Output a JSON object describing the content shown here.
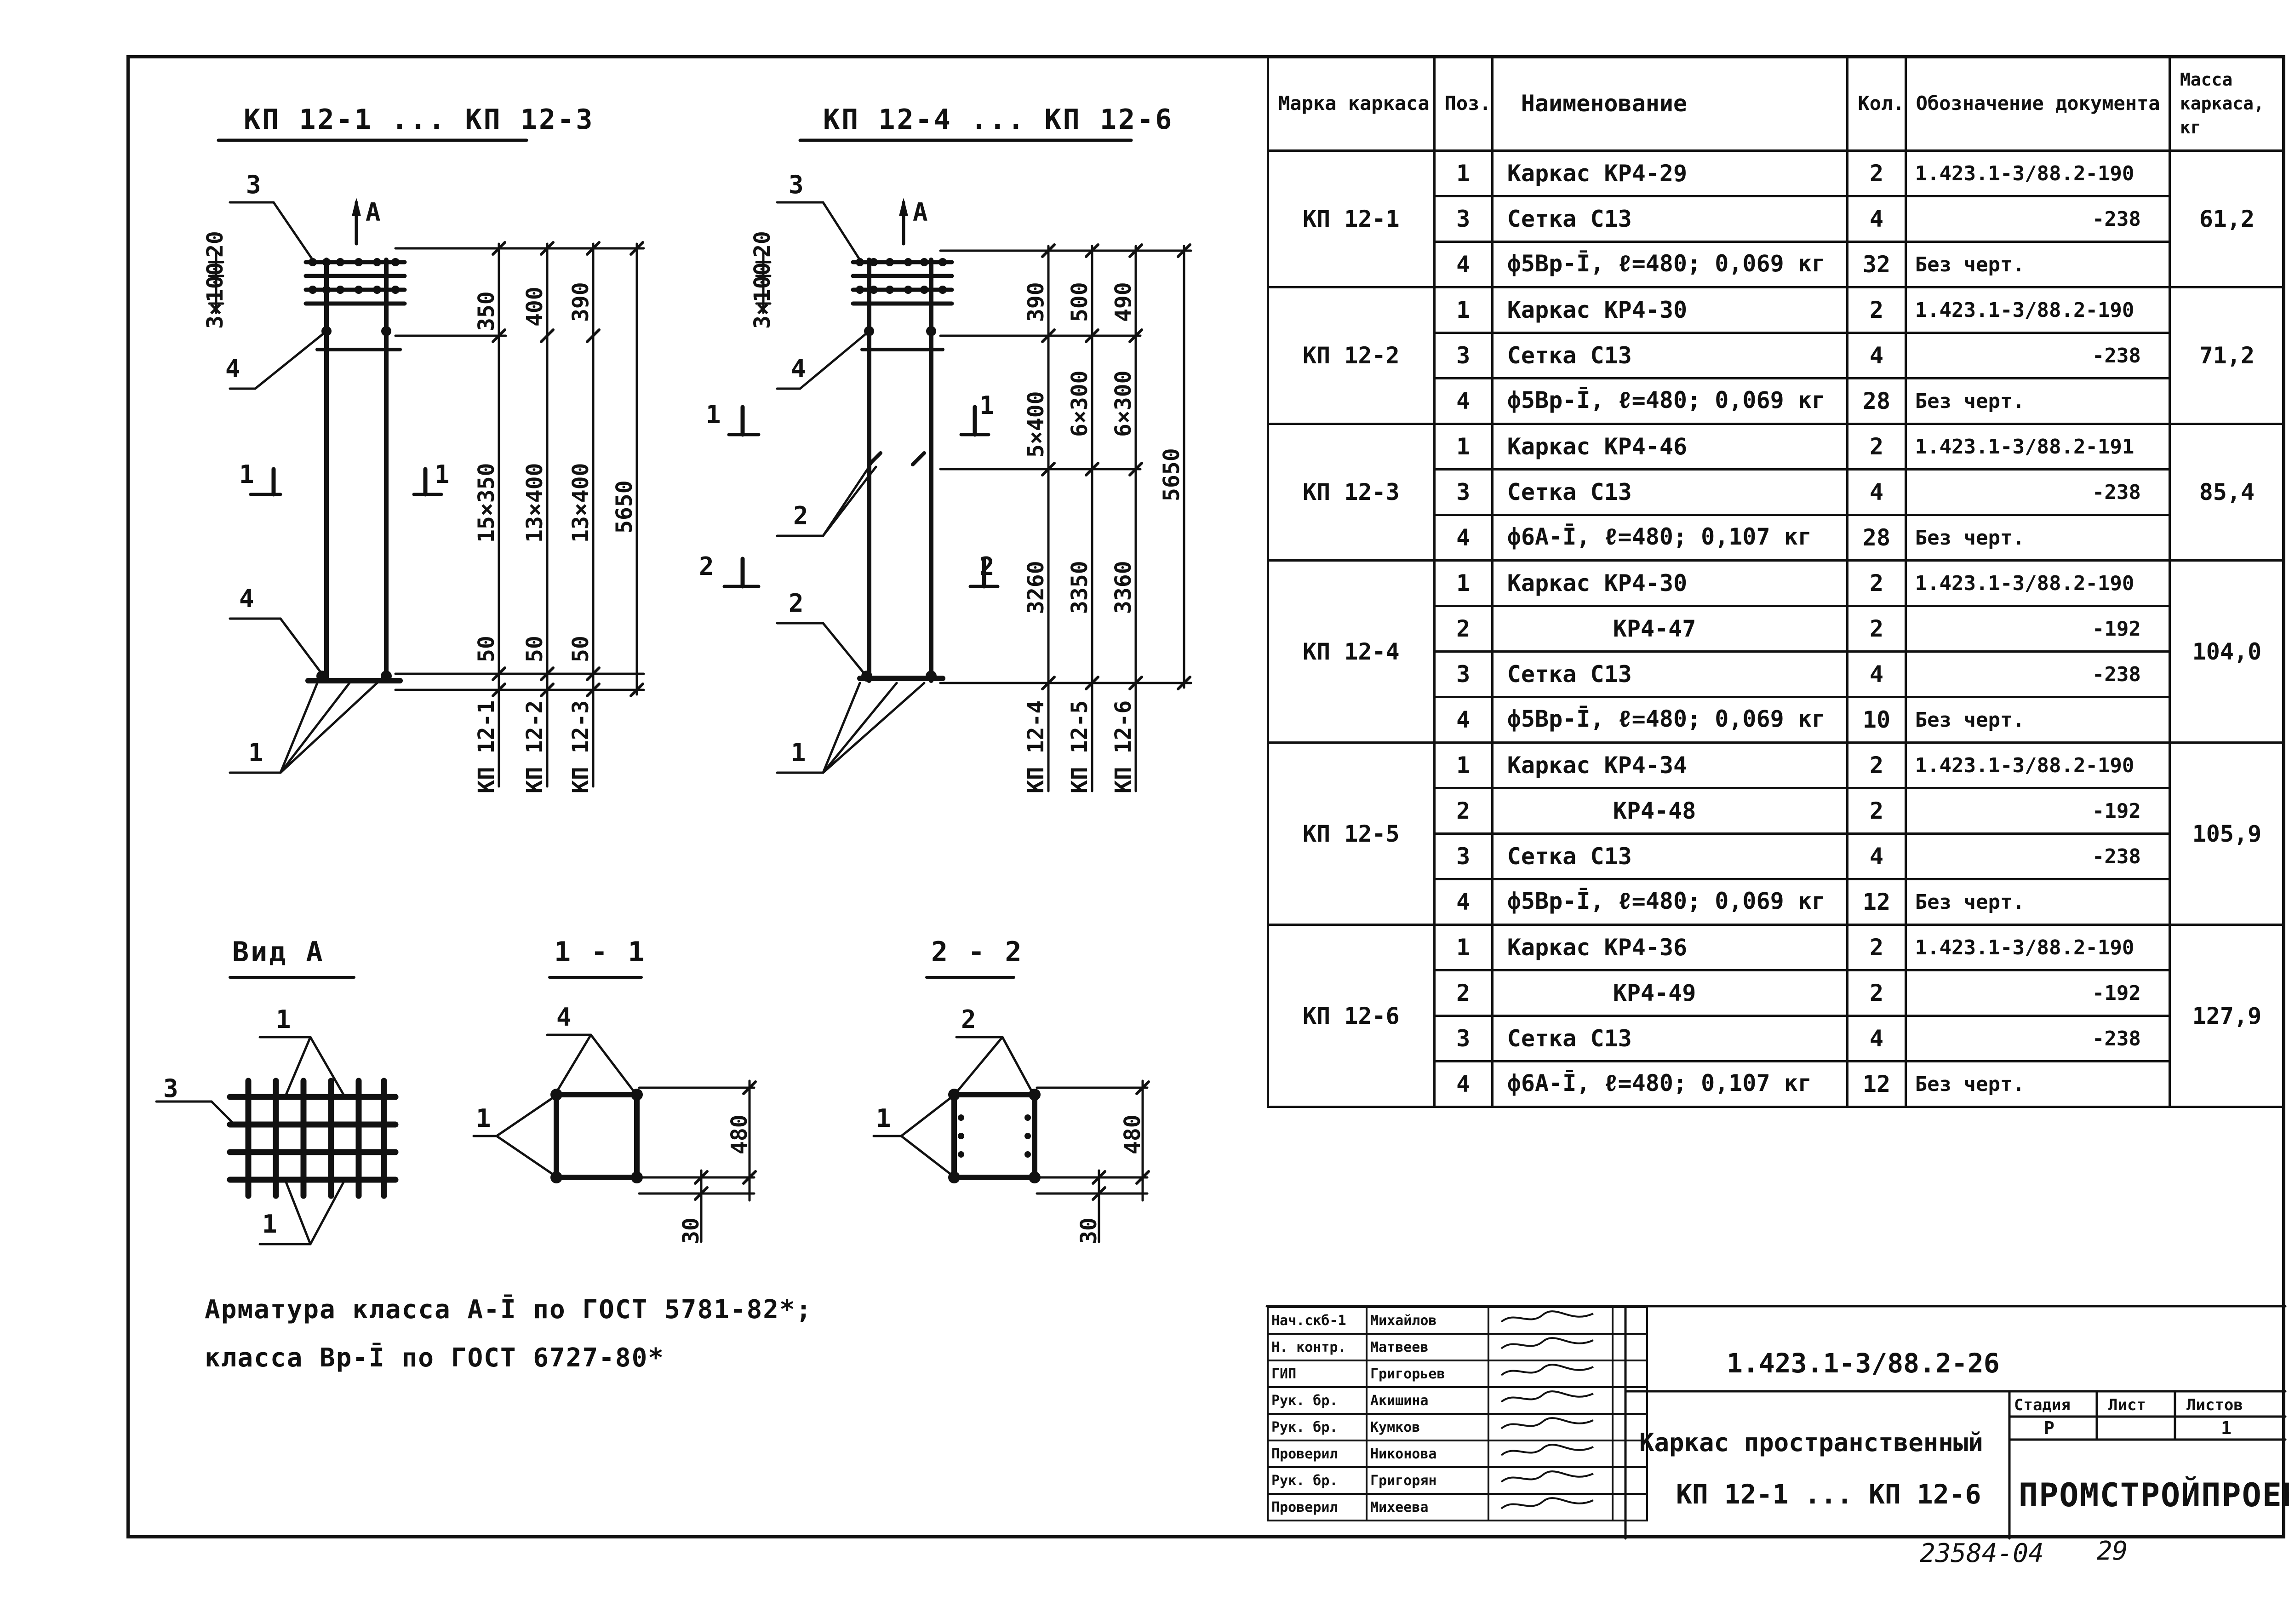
{
  "views": {
    "left_title": "КП 12-1 ... КП 12-3",
    "right_title": "КП 12-4 ... КП 12-6",
    "view_a": "Вид А",
    "section_11": "1 - 1",
    "section_22": "2 - 2",
    "arrow_a": "А",
    "callouts": {
      "c1": "1",
      "c2": "2",
      "c3": "3",
      "c4": "4"
    },
    "left_dims": {
      "top_small": "20",
      "top_grid": "3×100",
      "d350": "350",
      "d400": "400",
      "d390": "390",
      "mid1": "15×350",
      "mid2": "13×400",
      "mid3": "13×400",
      "total": "5650",
      "b1": "50",
      "b2": "50",
      "b3": "50",
      "marks": [
        "КП 12-1",
        "КП 12-2",
        "КП 12-3"
      ]
    },
    "right_dims": {
      "top_small": "20",
      "top_grid": "3×100",
      "d390": "390",
      "d500": "500",
      "d490": "490",
      "m1": "5×400",
      "m2": "6×300",
      "m3": "6×300",
      "total": "5650",
      "b1": "3260",
      "b2": "3350",
      "b3": "3360",
      "marks": [
        "КП 12-4",
        "КП 12-5",
        "КП 12-6"
      ]
    },
    "sec_dim_480": "480",
    "sec_dim_30": "30"
  },
  "notes": {
    "line1": "Арматура класса А-Ī по ГОСТ 5781-82*;",
    "line2": "класса Вр-Ī по ГОСТ 6727-80*"
  },
  "spec_table": {
    "headers": {
      "mark": "Марка каркаса",
      "pos": "Поз.",
      "name": "Наименование",
      "qty": "Кол.",
      "doc": "Обозначение документа",
      "mass": "Масса каркаса, кг"
    },
    "groups": [
      {
        "mark": "КП 12-1",
        "mass": "61,2",
        "rows": [
          {
            "pos": "1",
            "name": "Каркас КР4-29",
            "qty": "2",
            "doc": "1.423.1-3/88.2-190"
          },
          {
            "pos": "3",
            "name": "Сетка С13",
            "qty": "4",
            "doc": "-238"
          },
          {
            "pos": "4",
            "name": "ф5Вр-Ī, ℓ=480; 0,069 кг",
            "qty": "32",
            "doc": "Без черт."
          }
        ]
      },
      {
        "mark": "КП 12-2",
        "mass": "71,2",
        "rows": [
          {
            "pos": "1",
            "name": "Каркас КР4-30",
            "qty": "2",
            "doc": "1.423.1-3/88.2-190"
          },
          {
            "pos": "3",
            "name": "Сетка С13",
            "qty": "4",
            "doc": "-238"
          },
          {
            "pos": "4",
            "name": "ф5Вр-Ī, ℓ=480; 0,069 кг",
            "qty": "28",
            "doc": "Без черт."
          }
        ]
      },
      {
        "mark": "КП 12-3",
        "mass": "85,4",
        "rows": [
          {
            "pos": "1",
            "name": "Каркас КР4-46",
            "qty": "2",
            "doc": "1.423.1-3/88.2-191"
          },
          {
            "pos": "3",
            "name": "Сетка С13",
            "qty": "4",
            "doc": "-238"
          },
          {
            "pos": "4",
            "name": "ф6А-Ī, ℓ=480; 0,107 кг",
            "qty": "28",
            "doc": "Без черт."
          }
        ]
      },
      {
        "mark": "КП 12-4",
        "mass": "104,0",
        "rows": [
          {
            "pos": "1",
            "name": "Каркас КР4-30",
            "qty": "2",
            "doc": "1.423.1-3/88.2-190"
          },
          {
            "pos": "2",
            "name": "КР4-47",
            "qty": "2",
            "doc": "-192"
          },
          {
            "pos": "3",
            "name": "Сетка С13",
            "qty": "4",
            "doc": "-238"
          },
          {
            "pos": "4",
            "name": "ф5Вр-Ī, ℓ=480; 0,069 кг",
            "qty": "10",
            "doc": "Без черт."
          }
        ]
      },
      {
        "mark": "КП 12-5",
        "mass": "105,9",
        "rows": [
          {
            "pos": "1",
            "name": "Каркас КР4-34",
            "qty": "2",
            "doc": "1.423.1-3/88.2-190"
          },
          {
            "pos": "2",
            "name": "КР4-48",
            "qty": "2",
            "doc": "-192"
          },
          {
            "pos": "3",
            "name": "Сетка С13",
            "qty": "4",
            "doc": "-238"
          },
          {
            "pos": "4",
            "name": "ф5Вр-Ī, ℓ=480; 0,069 кг",
            "qty": "12",
            "doc": "Без черт."
          }
        ]
      },
      {
        "mark": "КП 12-6",
        "mass": "127,9",
        "rows": [
          {
            "pos": "1",
            "name": "Каркас КР4-36",
            "qty": "2",
            "doc": "1.423.1-3/88.2-190"
          },
          {
            "pos": "2",
            "name": "КР4-49",
            "qty": "2",
            "doc": "-192"
          },
          {
            "pos": "3",
            "name": "Сетка С13",
            "qty": "4",
            "doc": "-238"
          },
          {
            "pos": "4",
            "name": "ф6А-Ī, ℓ=480; 0,107 кг",
            "qty": "12",
            "doc": "Без черт."
          }
        ]
      }
    ]
  },
  "title_block": {
    "staff": [
      {
        "role": "Нач.скб-1",
        "name": "Михайлов"
      },
      {
        "role": "Н. контр.",
        "name": "Матвеев"
      },
      {
        "role": "ГИП",
        "name": "Григорьев"
      },
      {
        "role": "Рук. бр.",
        "name": "Акишина"
      },
      {
        "role": "Рук. бр.",
        "name": "Кумков"
      },
      {
        "role": "Проверил",
        "name": "Никонова"
      },
      {
        "role": "Рук. бр.",
        "name": "Григорян"
      },
      {
        "role": "Проверил",
        "name": "Михеева"
      }
    ],
    "doc_code": "1.423.1-3/88.2-26",
    "title_line1": "Каркас пространственный",
    "title_line2": "КП 12-1 ... КП 12-6",
    "stage_label": "Стадия",
    "sheet_label": "Лист",
    "sheets_label": "Листов",
    "stage_value": "Р",
    "sheets_value": "1",
    "org": "ПРОМСТРОЙПРОЕКТ"
  },
  "footer": {
    "number": "23584-04",
    "page": "29"
  }
}
